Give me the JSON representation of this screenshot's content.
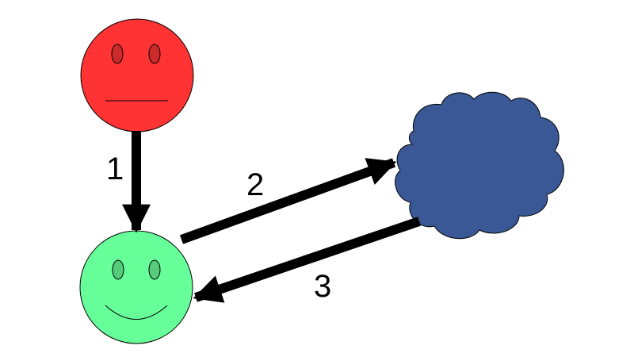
{
  "diagram": {
    "nodes": [
      {
        "id": "unhappy-user",
        "shape": "face",
        "mood": "neutral",
        "fill": "#ff3333",
        "eye_fill": "#cc2b2b"
      },
      {
        "id": "happy-user",
        "shape": "face",
        "mood": "smile",
        "fill": "#66ff99",
        "eye_fill": "#55cc7a"
      },
      {
        "id": "cloud",
        "shape": "cloud",
        "fill": "#3a5895"
      }
    ],
    "edges": [
      {
        "from": "unhappy-user",
        "to": "happy-user",
        "label": "1"
      },
      {
        "from": "happy-user",
        "to": "cloud",
        "label": "2"
      },
      {
        "from": "cloud",
        "to": "happy-user",
        "label": "3"
      }
    ],
    "arrow_color": "#000000"
  }
}
